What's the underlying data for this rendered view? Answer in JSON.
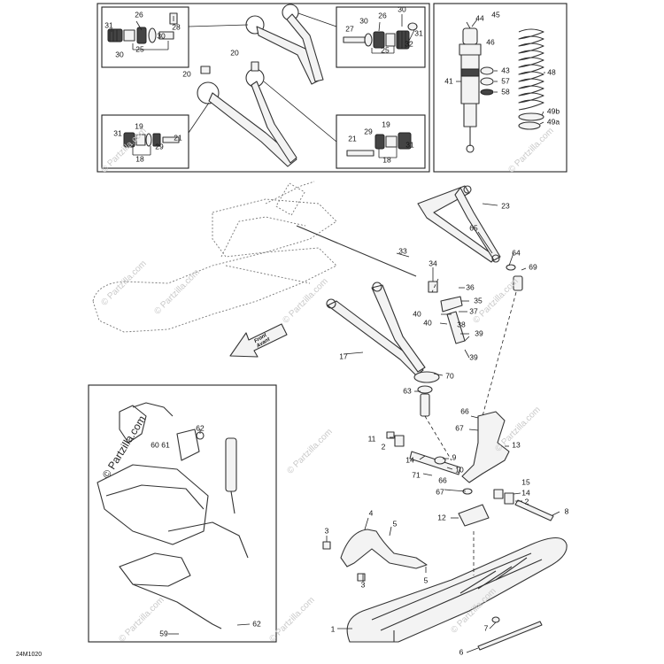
{
  "diagram": {
    "drawing_code": "24M1020",
    "front_arrow": {
      "line1": "Front",
      "line2": "Avant"
    },
    "watermark_text": "© Partzilla.com",
    "watermark_side_text": "© Partzilla.com",
    "callouts": [
      {
        "id": "c26a",
        "label": "26"
      },
      {
        "id": "c31a",
        "label": "31"
      },
      {
        "id": "c28a",
        "label": "28"
      },
      {
        "id": "c30a",
        "label": "30"
      },
      {
        "id": "c30b",
        "label": "30"
      },
      {
        "id": "c25a",
        "label": "25"
      },
      {
        "id": "c30c",
        "label": "30"
      },
      {
        "id": "c26b",
        "label": "26"
      },
      {
        "id": "c30d",
        "label": "30"
      },
      {
        "id": "c27a",
        "label": "27"
      },
      {
        "id": "c31b",
        "label": "31"
      },
      {
        "id": "c32a",
        "label": "32"
      },
      {
        "id": "c25b",
        "label": "25"
      },
      {
        "id": "c20a",
        "label": "20"
      },
      {
        "id": "c20b",
        "label": "20"
      },
      {
        "id": "c19a",
        "label": "19"
      },
      {
        "id": "c31c",
        "label": "31"
      },
      {
        "id": "c21a",
        "label": "21"
      },
      {
        "id": "c29a",
        "label": "29"
      },
      {
        "id": "c18a",
        "label": "18"
      },
      {
        "id": "c19b",
        "label": "19"
      },
      {
        "id": "c29b",
        "label": "29"
      },
      {
        "id": "c21b",
        "label": "21"
      },
      {
        "id": "c31d",
        "label": "31"
      },
      {
        "id": "c18b",
        "label": "18"
      },
      {
        "id": "c44",
        "label": "44"
      },
      {
        "id": "c45",
        "label": "45"
      },
      {
        "id": "c46",
        "label": "46"
      },
      {
        "id": "c41",
        "label": "41"
      },
      {
        "id": "c43",
        "label": "43"
      },
      {
        "id": "c57",
        "label": "57"
      },
      {
        "id": "c58",
        "label": "58"
      },
      {
        "id": "c48",
        "label": "48"
      },
      {
        "id": "c49b",
        "label": "49b"
      },
      {
        "id": "c49a",
        "label": "49a"
      },
      {
        "id": "c23",
        "label": "23"
      },
      {
        "id": "c65",
        "label": "65"
      },
      {
        "id": "c64",
        "label": "64"
      },
      {
        "id": "c69",
        "label": "69"
      },
      {
        "id": "c33",
        "label": "33"
      },
      {
        "id": "c34",
        "label": "34"
      },
      {
        "id": "c36",
        "label": "36"
      },
      {
        "id": "c35",
        "label": "35"
      },
      {
        "id": "c40a",
        "label": "40"
      },
      {
        "id": "c37",
        "label": "37"
      },
      {
        "id": "c40b",
        "label": "40"
      },
      {
        "id": "c38",
        "label": "38"
      },
      {
        "id": "c39a",
        "label": "39"
      },
      {
        "id": "c39b",
        "label": "39"
      },
      {
        "id": "c17",
        "label": "17"
      },
      {
        "id": "c70",
        "label": "70"
      },
      {
        "id": "c63",
        "label": "63"
      },
      {
        "id": "c66a",
        "label": "66"
      },
      {
        "id": "c67a",
        "label": "67"
      },
      {
        "id": "c13",
        "label": "13"
      },
      {
        "id": "c11",
        "label": "11"
      },
      {
        "id": "c2a",
        "label": "2"
      },
      {
        "id": "c14a",
        "label": "14"
      },
      {
        "id": "c9",
        "label": "9"
      },
      {
        "id": "c10",
        "label": "10"
      },
      {
        "id": "c71",
        "label": "71"
      },
      {
        "id": "c66b",
        "label": "66"
      },
      {
        "id": "c67b",
        "label": "67"
      },
      {
        "id": "c15",
        "label": "15"
      },
      {
        "id": "c14b",
        "label": "14"
      },
      {
        "id": "c2b",
        "label": "2"
      },
      {
        "id": "c8",
        "label": "8"
      },
      {
        "id": "c12",
        "label": "12"
      },
      {
        "id": "c4",
        "label": "4"
      },
      {
        "id": "c5a",
        "label": "5"
      },
      {
        "id": "c3a",
        "label": "3"
      },
      {
        "id": "c5b",
        "label": "5"
      },
      {
        "id": "c3b",
        "label": "3"
      },
      {
        "id": "c1",
        "label": "1"
      },
      {
        "id": "c7",
        "label": "7"
      },
      {
        "id": "c6",
        "label": "6"
      },
      {
        "id": "c62a",
        "label": "62"
      },
      {
        "id": "c60",
        "label": "60"
      },
      {
        "id": "c61",
        "label": "61"
      },
      {
        "id": "c59",
        "label": "59"
      },
      {
        "id": "c62b",
        "label": "62"
      }
    ]
  }
}
